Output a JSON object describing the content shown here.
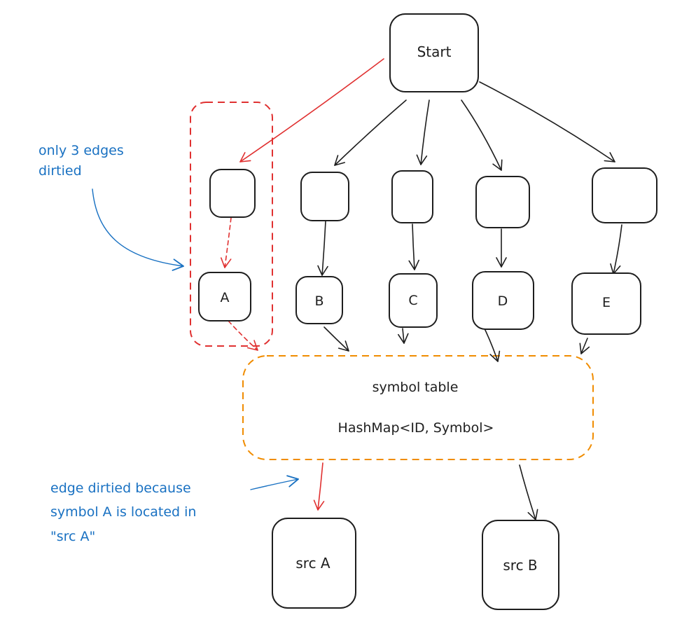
{
  "colors": {
    "ink": "#1e1e1e",
    "dirty_edge": "#e03131",
    "note": "#1971c2",
    "symbol_table_border": "#f08c00",
    "group_border": "#e03131"
  },
  "nodes": {
    "start": "Start",
    "a": "A",
    "b": "B",
    "c": "C",
    "d": "D",
    "e": "E",
    "symbol_table_title": "symbol table",
    "symbol_table_type": "HashMap<ID, Symbol>",
    "src_a": "src A",
    "src_b": "src B"
  },
  "notes": {
    "dirty_edges_line1": "only 3 edges",
    "dirty_edges_line2": "dirtied",
    "edge_reason_line1": "edge dirtied because",
    "edge_reason_line2": "symbol A is located in",
    "edge_reason_line3": "\"src A\""
  }
}
